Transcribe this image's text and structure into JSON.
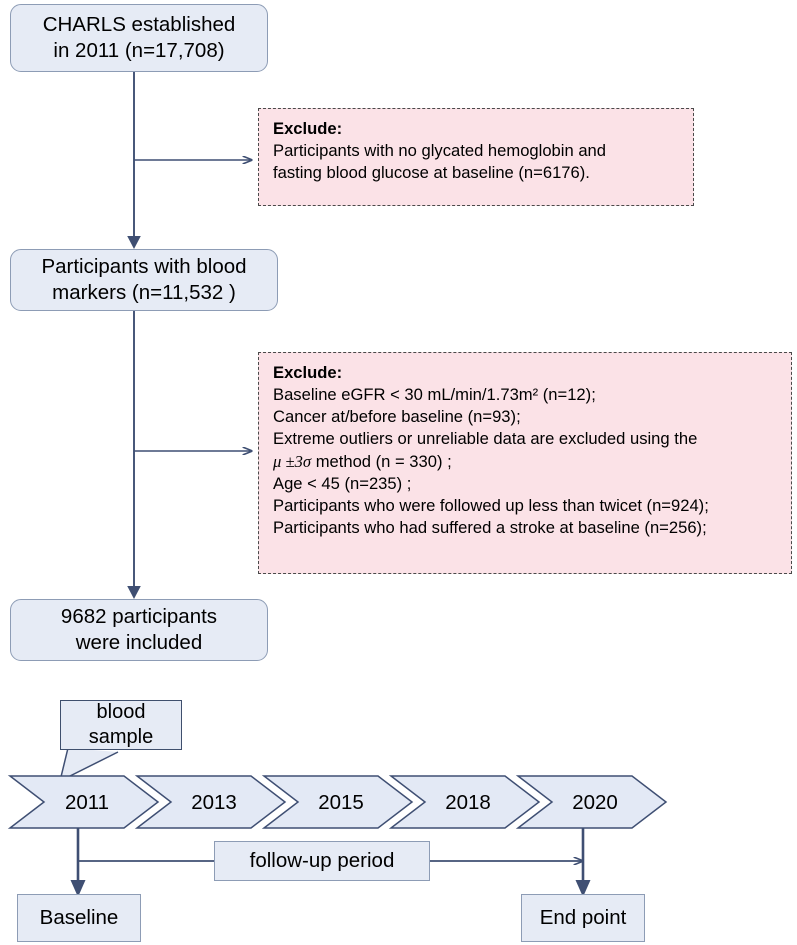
{
  "flow": {
    "nodes": [
      {
        "id": "charls",
        "line1": "CHARLS established",
        "line2": "in 2011  (n=17,708)"
      },
      {
        "id": "blood",
        "line1": "Participants with blood",
        "line2": "markers (n=11,532 )"
      },
      {
        "id": "included",
        "line1": "9682 participants",
        "line2": "were included"
      }
    ],
    "exclusions": [
      {
        "id": "exclude-1",
        "header": "Exclude:",
        "lines": [
          "Participants with no glycated hemoglobin and",
          "fasting blood glucose at baseline (n=6176)."
        ]
      },
      {
        "id": "exclude-2",
        "header": "Exclude:",
        "lines": [
          "Baseline eGFR < 30 mL/min/1.73m² (n=12);",
          "Cancer at/before baseline (n=93);",
          "Extreme outliers or unreliable data are excluded using the",
          "μ ±3σ method (n = 330) ;",
          "Age < 45 (n=235) ;",
          "Participants who were followed up less than twicet (n=924);",
          "Participants who had suffered a stroke at baseline (n=256);"
        ],
        "math_line_index": 3,
        "math_prefix": "μ ±3σ",
        "math_suffix": " method (n = 330) ;"
      }
    ]
  },
  "timeline": {
    "callout": {
      "line1": "blood",
      "line2": "sample"
    },
    "years": [
      "2011",
      "2013",
      "2015",
      "2018",
      "2020"
    ],
    "followup_label": "follow-up period",
    "endpoints": [
      {
        "id": "baseline",
        "label": "Baseline"
      },
      {
        "id": "endpoint",
        "label": "End point"
      }
    ]
  },
  "colors": {
    "node_fill": "#e6ebf5",
    "node_border": "#8d9cb5",
    "exclude_fill": "#fbe2e7",
    "exclude_border": "#4a4a4a",
    "connector": "#3f4f73"
  }
}
